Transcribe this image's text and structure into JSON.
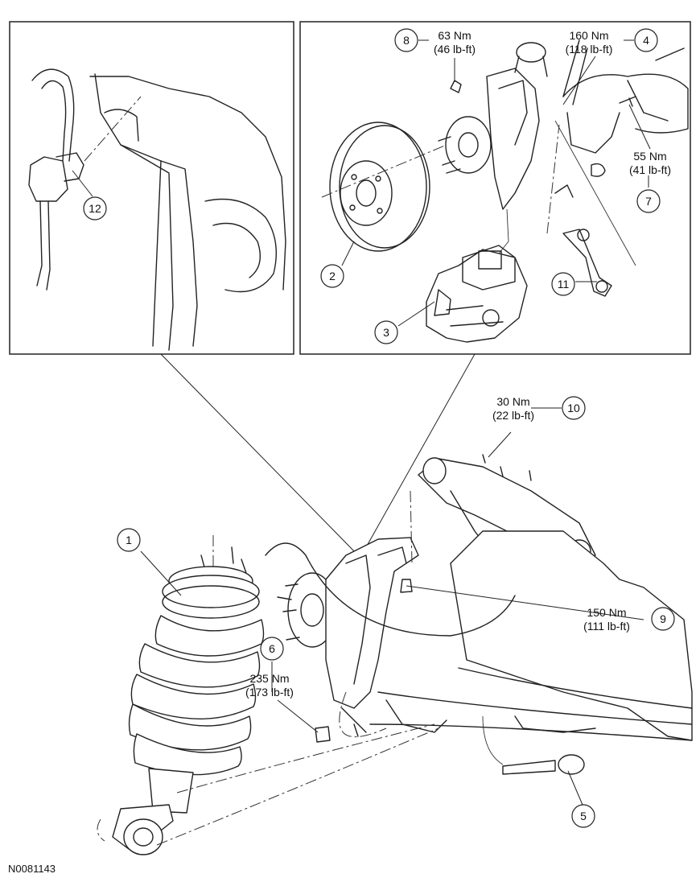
{
  "figure_id": "N0081143",
  "callouts": [
    {
      "num": "1",
      "torque_nm": "",
      "torque_lbft": ""
    },
    {
      "num": "2",
      "torque_nm": "",
      "torque_lbft": ""
    },
    {
      "num": "3",
      "torque_nm": "",
      "torque_lbft": ""
    },
    {
      "num": "4",
      "torque_nm": "160 Nm",
      "torque_lbft": "(118 lb-ft)"
    },
    {
      "num": "5",
      "torque_nm": "",
      "torque_lbft": ""
    },
    {
      "num": "6",
      "torque_nm": "235 Nm",
      "torque_lbft": "(173 lb-ft)"
    },
    {
      "num": "7",
      "torque_nm": "55 Nm",
      "torque_lbft": "(41 lb-ft)"
    },
    {
      "num": "8",
      "torque_nm": "63 Nm",
      "torque_lbft": "(46 lb-ft)"
    },
    {
      "num": "9",
      "torque_nm": "150 Nm",
      "torque_lbft": "(111 lb-ft)"
    },
    {
      "num": "10",
      "torque_nm": "30 Nm",
      "torque_lbft": "(22 lb-ft)"
    },
    {
      "num": "11",
      "torque_nm": "",
      "torque_lbft": ""
    },
    {
      "num": "12",
      "torque_nm": "",
      "torque_lbft": ""
    }
  ]
}
